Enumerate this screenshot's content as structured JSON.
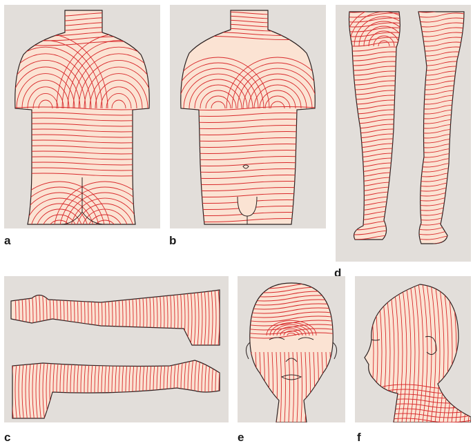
{
  "labels": {
    "a": "a",
    "b": "b",
    "c": "c",
    "d": "d",
    "e": "e",
    "f": "f"
  },
  "colors": {
    "background": "#e2deda",
    "skin": "#fbe3d3",
    "line": "#d8282a",
    "outline": "#2a2020"
  }
}
